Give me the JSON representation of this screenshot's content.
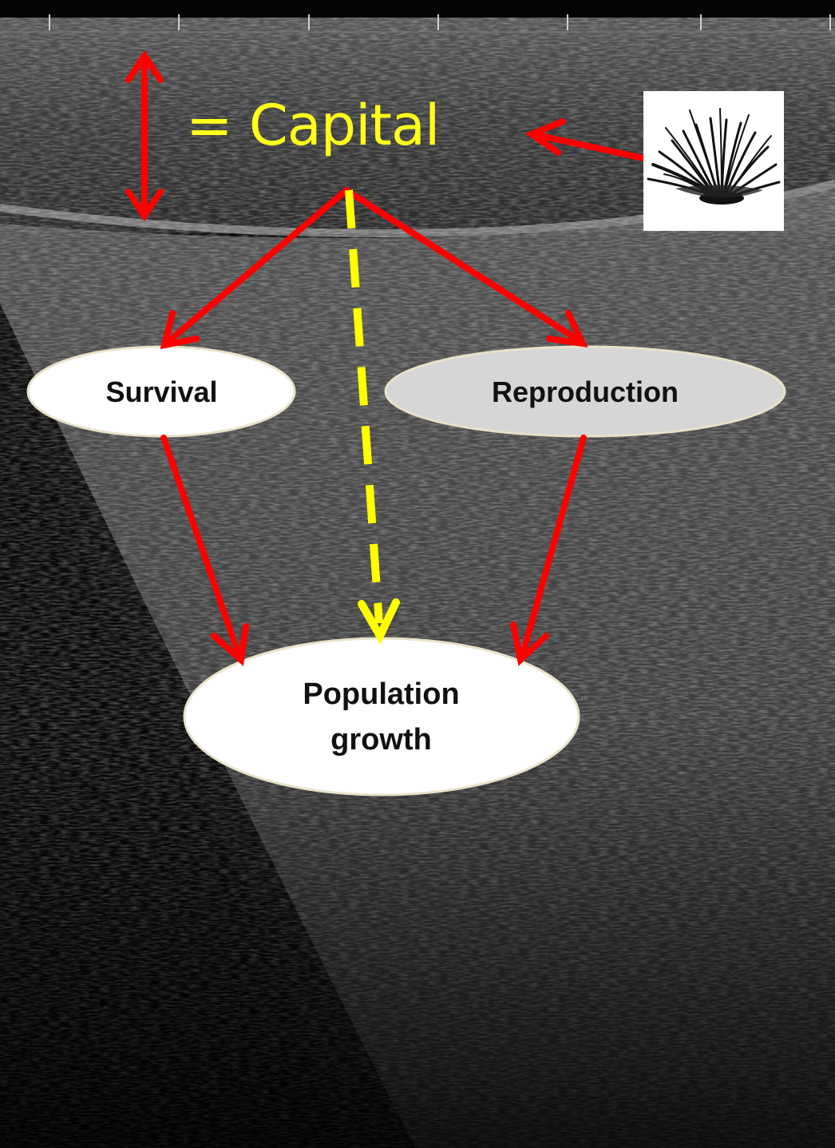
{
  "diagram": {
    "capital_label": "= Capital",
    "nodes": {
      "survival": "Survival",
      "reproduction": "Reproduction",
      "population_line1": "Population",
      "population_line2": "growth"
    },
    "grass_icon": "grass-tuft-icon"
  },
  "colors": {
    "arrow_red": "#ff0000",
    "dashed_yellow": "#ffff00",
    "capital_text": "#ffff1a",
    "node_fill": "#ffffff",
    "node_reproduction_fill": "#d6d6d6"
  }
}
